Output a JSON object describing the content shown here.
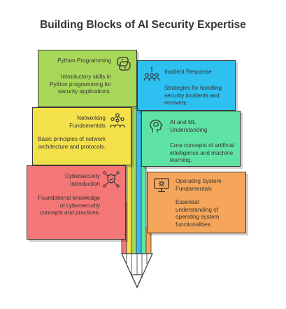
{
  "title": "Building Blocks of AI Security Expertise",
  "blocks": {
    "python": {
      "heading": "Python Programming",
      "description": "Introductory skills in Python programming for security applications.",
      "color": "#a8d85a",
      "icon": "python-snake-icon"
    },
    "incident": {
      "heading": "Incident Response",
      "description": "Strategies for handling security incidents and recovery.",
      "color": "#2ec0f0",
      "icon": "team-alert-icon"
    },
    "networking": {
      "heading": "Networking Fundamentals",
      "description": "Basic principles of network architecture and protocols.",
      "color": "#f4e04a",
      "icon": "network-people-icon"
    },
    "aiml": {
      "heading": "AI and ML Understanding",
      "description": "Core concepts of artificial intelligence and machine learning.",
      "color": "#5fe3a5",
      "icon": "brain-head-icon"
    },
    "cyber": {
      "heading": "Cybersecurity Introduction",
      "description": "Foundational knowledge of cybersecurity concepts and practices.",
      "color": "#f47777",
      "icon": "shield-network-icon"
    },
    "os": {
      "heading": "Operating System Fundamentals",
      "description": "Essential understanding of operating system functionalities.",
      "color": "#f6a65a",
      "icon": "monitor-gear-icon"
    }
  }
}
